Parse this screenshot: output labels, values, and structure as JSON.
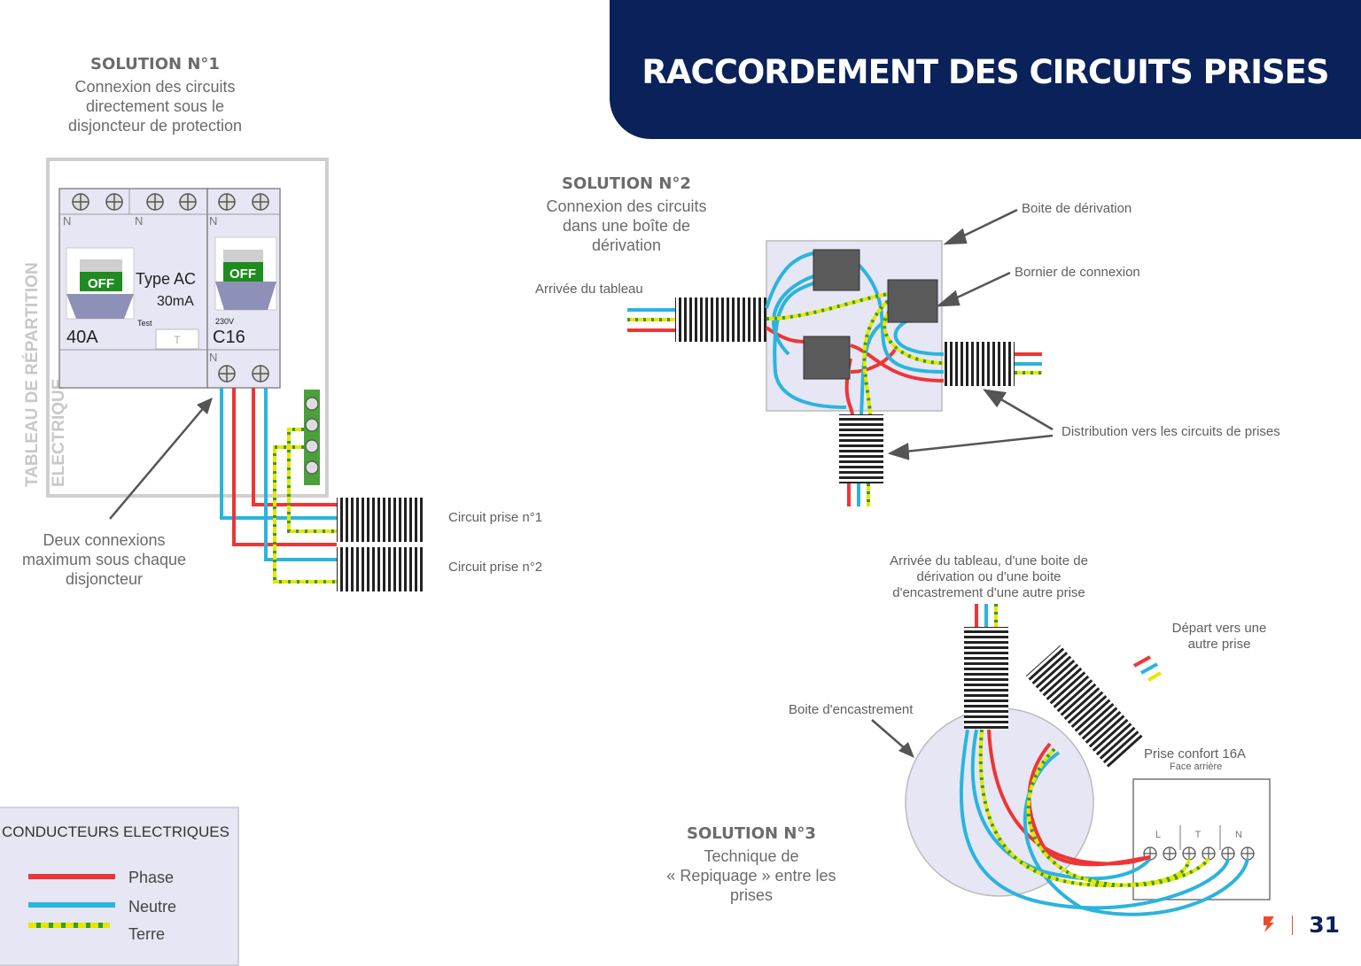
{
  "header": {
    "title": "RACCORDEMENT DES CIRCUITS PRISES"
  },
  "page": {
    "number": "31"
  },
  "solution1": {
    "title": "SOLUTION N°1",
    "desc": [
      "Connexion des circuits",
      "directement sous le",
      "disjoncteur de protection"
    ],
    "panel_label_1": "TABLEAU  DE RÉPARTITION",
    "panel_label_2": "ELECTRIQUE",
    "diff_breaker": {
      "off": "OFF",
      "type": "Type AC",
      "sensitivity": "30mA",
      "test": "Test",
      "test_button": "T",
      "rating": "40A",
      "neutral": "N"
    },
    "circuit_breaker": {
      "off": "OFF",
      "voltage": "230V",
      "rating": "C16",
      "neutral": "N"
    },
    "note": [
      "Deux connexions",
      "maximum sous chaque",
      "disjoncteur"
    ],
    "circuit1": "Circuit prise n°1",
    "circuit2": "Circuit prise n°2"
  },
  "solution2": {
    "title": "SOLUTION N°2",
    "desc": [
      "Connexion des circuits",
      "dans une boîte de",
      "dérivation"
    ],
    "input_label": "Arrivée du tableau",
    "box_label": "Boite de dérivation",
    "terminal_label": "Bornier de connexion",
    "distribution_label": "Distribution vers les circuits de prises"
  },
  "solution3": {
    "title": "SOLUTION N°3",
    "desc": [
      "Technique de",
      "« Repiquage » entre les",
      "prises"
    ],
    "input_label": [
      "Arrivée du tableau, d'une boite de",
      "dérivation ou d'une boite",
      "d'encastrement d'une autre prise"
    ],
    "output_label": [
      "Départ vers une",
      "autre prise"
    ],
    "box_label": "Boite d'encastrement",
    "socket_title": "Prise confort 16A",
    "socket_subtitle": "Face arrière",
    "terminals": [
      "L",
      "T",
      "N"
    ]
  },
  "legend": {
    "title": "CONDUCTEURS ELECTRIQUES",
    "items": [
      {
        "label": "Phase",
        "color": "#ee3535"
      },
      {
        "label": "Neutre",
        "color": "#2bb4dc"
      },
      {
        "label": "Terre",
        "color": "#d8e600"
      }
    ]
  },
  "colors": {
    "banner": "#0a2159",
    "phase": "#ee3535",
    "neutral": "#2bb4dc",
    "earth_yellow": "#e6e600",
    "earth_green": "#3a9a2a",
    "off_green": "#1e8c1e",
    "box": "#e6e6f5"
  }
}
